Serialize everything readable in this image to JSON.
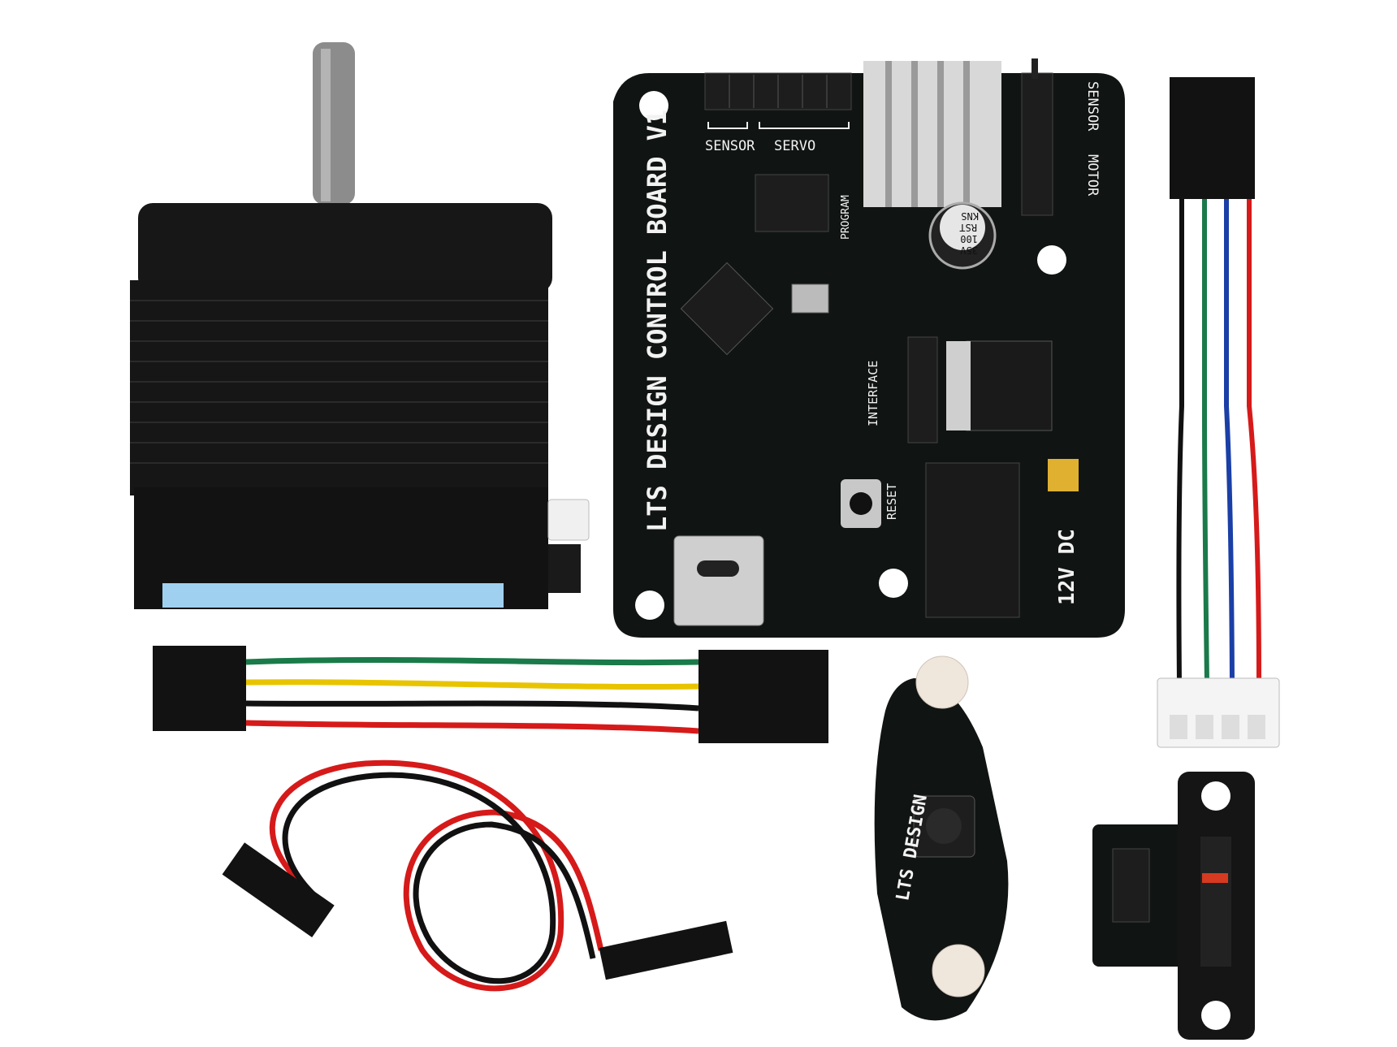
{
  "colors": {
    "background": "#ffffff",
    "pcb": "#101412",
    "silkscreen": "#f2f2f2",
    "motor_body": "#141414",
    "motor_label": "#9fd0f0",
    "shaft": "#8a8a8a",
    "heatsink": "#d8d8d8",
    "wire_black": "#111111",
    "wire_green": "#1a7a4a",
    "wire_blue": "#1a3fa6",
    "wire_red": "#d61a1a",
    "wire_yellow": "#e8c400",
    "connector_white": "#f4f4f4",
    "led_diffused": "#efe6dc"
  },
  "control_board": {
    "title": "LTS DESIGN CONTROL BOARD V1",
    "labels": {
      "sensor_top": "SENSOR",
      "servo": "SERVO",
      "program": "PROGRAM",
      "sensor_right": "SENSOR",
      "motor": "MOTOR",
      "interface": "INTERFACE",
      "reset": "RESET",
      "power": "12V DC"
    },
    "capacitor": [
      "KNS",
      "RST",
      "100",
      "35V"
    ]
  },
  "button_module": {
    "label": "LTS DESIGN"
  },
  "icons": {
    "motor": "stepper-motor-icon",
    "board": "control-board-icon",
    "usb": "usb-c-port-icon",
    "dc_jack": "dc-jack-icon"
  }
}
